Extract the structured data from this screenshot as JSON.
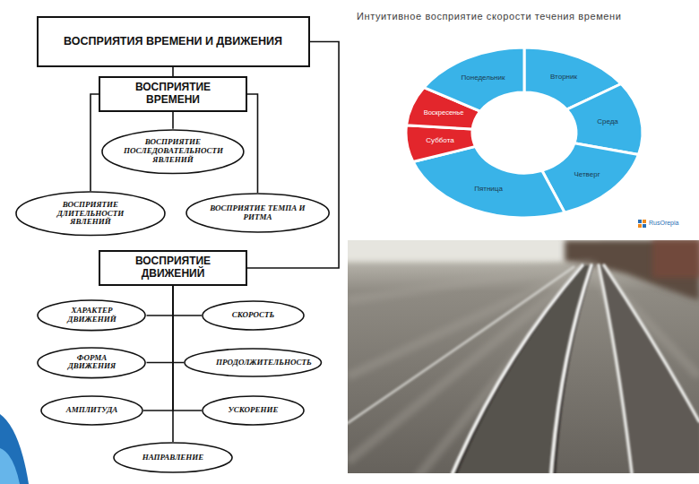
{
  "diagram": {
    "nodes": [
      {
        "text": [
          "ВОСПРИЯТИЯ ВРЕМЕНИ И ДВИЖЕНИЯ"
        ]
      },
      {
        "text": [
          "ВОСПРИЯТИЕ ВРЕМЕНИ"
        ]
      },
      {
        "text": [
          "ВОСПРИЯТИЕ ПОСЛЕДОВАТЕЛЬНОСТИ ЯВЛЕНИЙ"
        ]
      },
      {
        "text": [
          "ВОСПРИЯТИЕ ДЛИТЕЛЬНОСТИ ЯВЛЕНИЙ"
        ]
      },
      {
        "text": [
          "ВОСПРИЯТИЕ ТЕМПА И РИТМА"
        ]
      },
      {
        "text": [
          "ВОСПРИЯТИЕ ДВИЖЕНИЙ"
        ]
      },
      {
        "text": [
          "ХАРАКТЕР ДВИЖЕНИЙ"
        ]
      },
      {
        "text": [
          "СКОРОСТЬ"
        ]
      },
      {
        "text": [
          "ФОРМА ДВИЖЕНИЯ"
        ]
      },
      {
        "text": [
          "ПРОДОЛЖИТЕЛЬНОСТЬ"
        ]
      },
      {
        "text": [
          "АМПЛИТУДА"
        ]
      },
      {
        "text": [
          "УСКОРЕНИЕ"
        ]
      },
      {
        "text": [
          "НАПРАВЛЕНИЕ"
        ]
      }
    ],
    "edges": [
      {
        "from": 0,
        "to": 1,
        "arrow": "none"
      },
      {
        "from": 0,
        "to": 5,
        "arrow": "none"
      },
      {
        "from": 1,
        "to": 2,
        "arrow": "none"
      },
      {
        "from": 1,
        "to": 3,
        "arrow": "none"
      },
      {
        "from": 1,
        "to": 4,
        "arrow": "none"
      },
      {
        "from": 5,
        "to": 6,
        "arrow": "none"
      },
      {
        "from": 5,
        "to": 7,
        "arrow": "none"
      },
      {
        "from": 5,
        "to": 8,
        "arrow": "none"
      },
      {
        "from": 5,
        "to": 9,
        "arrow": "none"
      },
      {
        "from": 5,
        "to": 10,
        "arrow": "none"
      },
      {
        "from": 5,
        "to": 11,
        "arrow": "none"
      },
      {
        "from": 5,
        "to": 12,
        "arrow": "none"
      }
    ],
    "labels": [
      "Интуитивное восприятие скорости течения времени",
      "Понедельник",
      "Вторник",
      "Среда",
      "Четверг",
      "Пятница",
      "Суббота",
      "Воскресенье",
      "RusOrepia"
    ]
  }
}
